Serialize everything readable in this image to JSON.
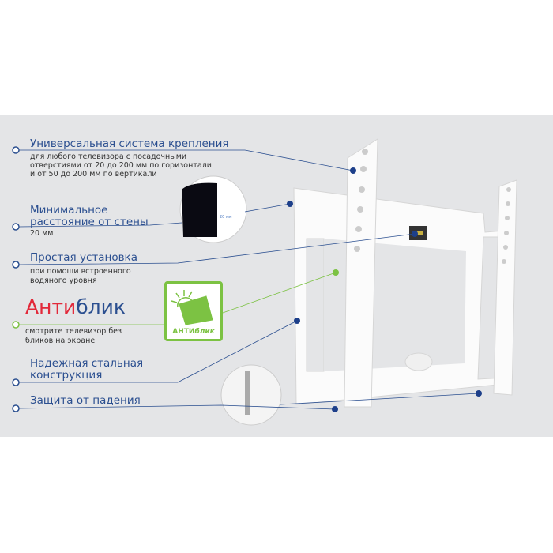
{
  "features": [
    {
      "title": "Универсальная система крепления",
      "desc": [
        "для любого телевизора с посадочными",
        "отверстиями от 20 до 200 мм по горизонтали",
        "и от 50 до 200 мм по вертикали"
      ]
    },
    {
      "title": [
        "Минимальное",
        "расстояние от стены"
      ],
      "desc": [
        "20 мм"
      ]
    },
    {
      "title": "Простая  установка",
      "desc": [
        "при помощи встроенного",
        "водяного уровня"
      ]
    },
    {
      "title_red": "Анти",
      "title_blue": "блик",
      "desc": [
        "смотрите телевизор без",
        "бликов на экране"
      ]
    },
    {
      "title": [
        "Надежная стальная",
        "конструкция"
      ]
    },
    {
      "title": "Защита от падения"
    }
  ],
  "badge": {
    "label_caps": "АНТИ",
    "label_italic": "блик"
  },
  "wall_gap_label": "20 мм",
  "colors": {
    "blue": "#2b4f90",
    "red": "#e2293a",
    "green": "#7cc243",
    "band": "#e4e5e7"
  }
}
